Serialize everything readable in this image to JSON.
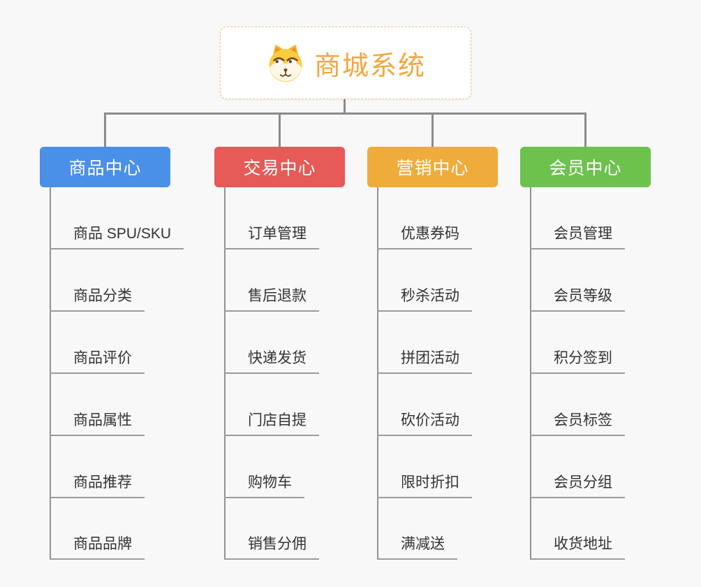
{
  "root": {
    "title": "商城系统",
    "icon": "dog-face-icon"
  },
  "branches": [
    {
      "label": "商品中心",
      "color": "#4A90E8",
      "items": [
        "商品 SPU/SKU",
        "商品分类",
        "商品评价",
        "商品属性",
        "商品推荐",
        "商品品牌"
      ]
    },
    {
      "label": "交易中心",
      "color": "#E65A57",
      "items": [
        "订单管理",
        "售后退款",
        "快递发货",
        "门店自提",
        "购物车",
        "销售分佣"
      ]
    },
    {
      "label": "营销中心",
      "color": "#EFAC3B",
      "items": [
        "优惠券码",
        "秒杀活动",
        "拼团活动",
        "砍价活动",
        "限时折扣",
        "满减送"
      ]
    },
    {
      "label": "会员中心",
      "color": "#6DC24E",
      "items": [
        "会员管理",
        "会员等级",
        "积分签到",
        "会员标签",
        "会员分组",
        "收货地址"
      ]
    }
  ],
  "colors": {
    "background": "#F8F8F8",
    "connector": "#8B8B8B",
    "leaf_underline": "#9B9B9B",
    "leaf_text": "#333333",
    "root_accent": "#F2A73D",
    "root_border": "#F2C27E"
  }
}
